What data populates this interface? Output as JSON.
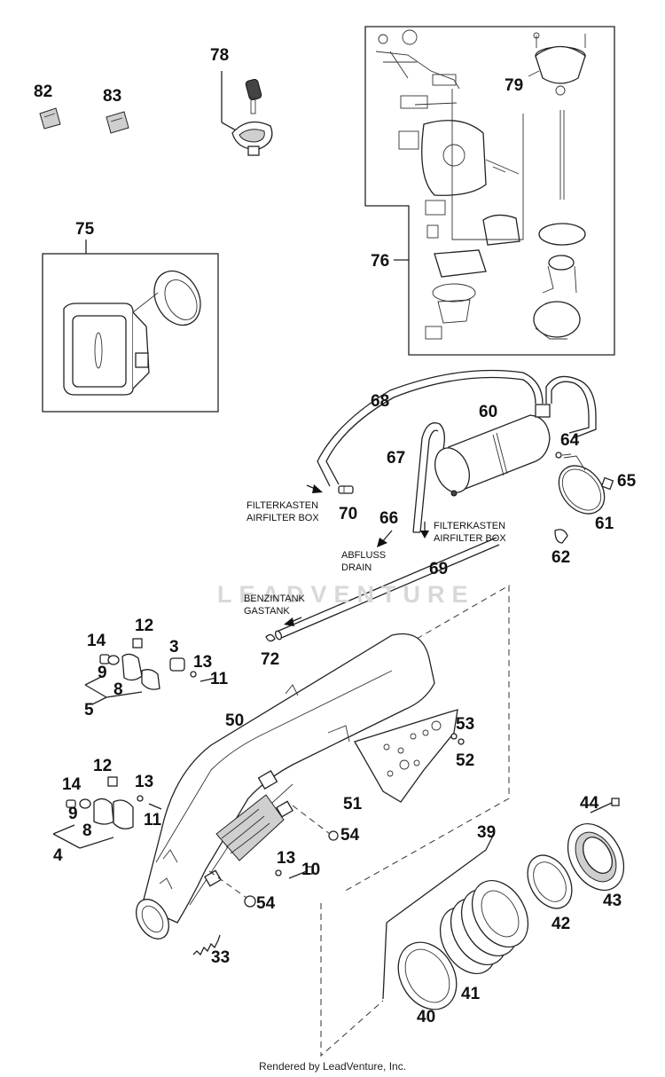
{
  "callouts": {
    "n82": "82",
    "n83": "83",
    "n78": "78",
    "n79": "79",
    "n75": "75",
    "n76": "76",
    "n68": "68",
    "n60": "60",
    "n64": "64",
    "n67": "67",
    "n65": "65",
    "n70": "70",
    "n66": "66",
    "n61": "61",
    "n62": "62",
    "n69": "69",
    "n72": "72",
    "n12a": "12",
    "n14a": "14",
    "n3": "3",
    "n13a": "13",
    "n11a": "11",
    "n9a": "9",
    "n8a": "8",
    "n5": "5",
    "n50": "50",
    "n53": "53",
    "n52": "52",
    "n12b": "12",
    "n13b": "13",
    "n14b": "14",
    "n9b": "9",
    "n8b": "8",
    "n11b": "11",
    "n4": "4",
    "n51": "51",
    "n54a": "54",
    "n44": "44",
    "n39": "39",
    "n13c": "13",
    "n10": "10",
    "n54b": "54",
    "n43": "43",
    "n42": "42",
    "n41": "41",
    "n40": "40",
    "n33": "33"
  },
  "annotations": {
    "filterkasten_left": "FILTERKASTEN",
    "airfilter_left": "AIRFILTER BOX",
    "filterkasten_right": "FILTERKASTEN",
    "airfilter_right": "AIRFILTER BOX",
    "abfluss": "ABFLUSS",
    "drain": "DRAIN",
    "benzintank": "BENZINTANK",
    "gastank": "GASTANK"
  },
  "watermark": "LEADVENTURE",
  "footer": "Rendered by LeadVenture, Inc."
}
